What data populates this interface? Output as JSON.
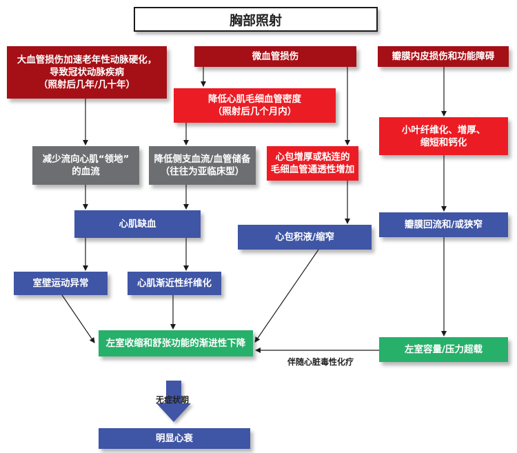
{
  "title": "胸部照射",
  "nodes": {
    "macrovascular": "大血管损伤加速老年性动脉硬化，\n导致冠状动脉疾病\n（照射后几年/几十年）",
    "microvascular": "微血管损伤",
    "valve_endothelial": "瓣膜内皮损伤和功能障碍",
    "capillary_density": "降低心肌毛细血管密度\n（照射后几个月内）",
    "leaflet_fibrosis": "小叶纤维化、增厚、\n缩短和钙化",
    "reduced_territory_flow": "减少流向心肌“领地”\n的血流",
    "collateral_reserve": "降低侧支血流/血管储备\n（往往为亚临床型）",
    "pericardial_thickening": "心包增厚或粘连的\n毛细血管通透性增加",
    "myocardial_ischemia": "心肌缺血",
    "pericardial_effusion": "心包积液/缩窄",
    "valve_regurgitation": "瓣膜回流和/或狭窄",
    "wall_motion": "室壁运动异常",
    "progressive_fibrosis": "心肌渐近性纤维化",
    "lv_decline": "左室收缩和舒张功能的渐进性下降",
    "lv_overload": "左室容量/压力超载",
    "overt_hf": "明显心衰"
  },
  "labels": {
    "cardiotoxic_chemo": "伴随心脏毒性化疗",
    "asymptomatic": "无症状期"
  },
  "colors": {
    "dark_red": "#a50f16",
    "red": "#ec1c24",
    "gray": "#6d6e71",
    "blue": "#3f55a5",
    "green": "#27b06a"
  }
}
